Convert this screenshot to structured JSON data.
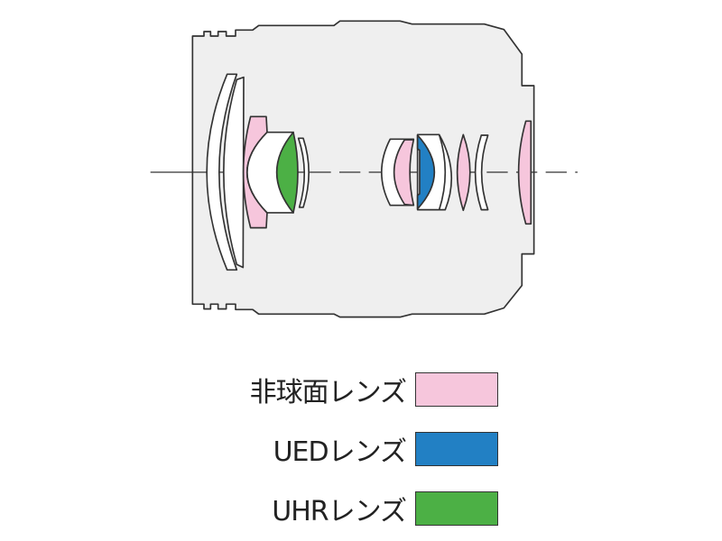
{
  "colors": {
    "body": "#efefef",
    "aspherical": "#f6c6dc",
    "ued": "#2280c4",
    "uhr": "#4cb045",
    "outline": "#333333"
  },
  "legend": [
    {
      "label": "非球面レンズ",
      "type": "aspherical",
      "color": "#f6c6dc"
    },
    {
      "label": "UEDレンズ",
      "type": "ued",
      "color": "#2280c4"
    },
    {
      "label": "UHRレンズ",
      "type": "uhr",
      "color": "#4cb045"
    }
  ]
}
